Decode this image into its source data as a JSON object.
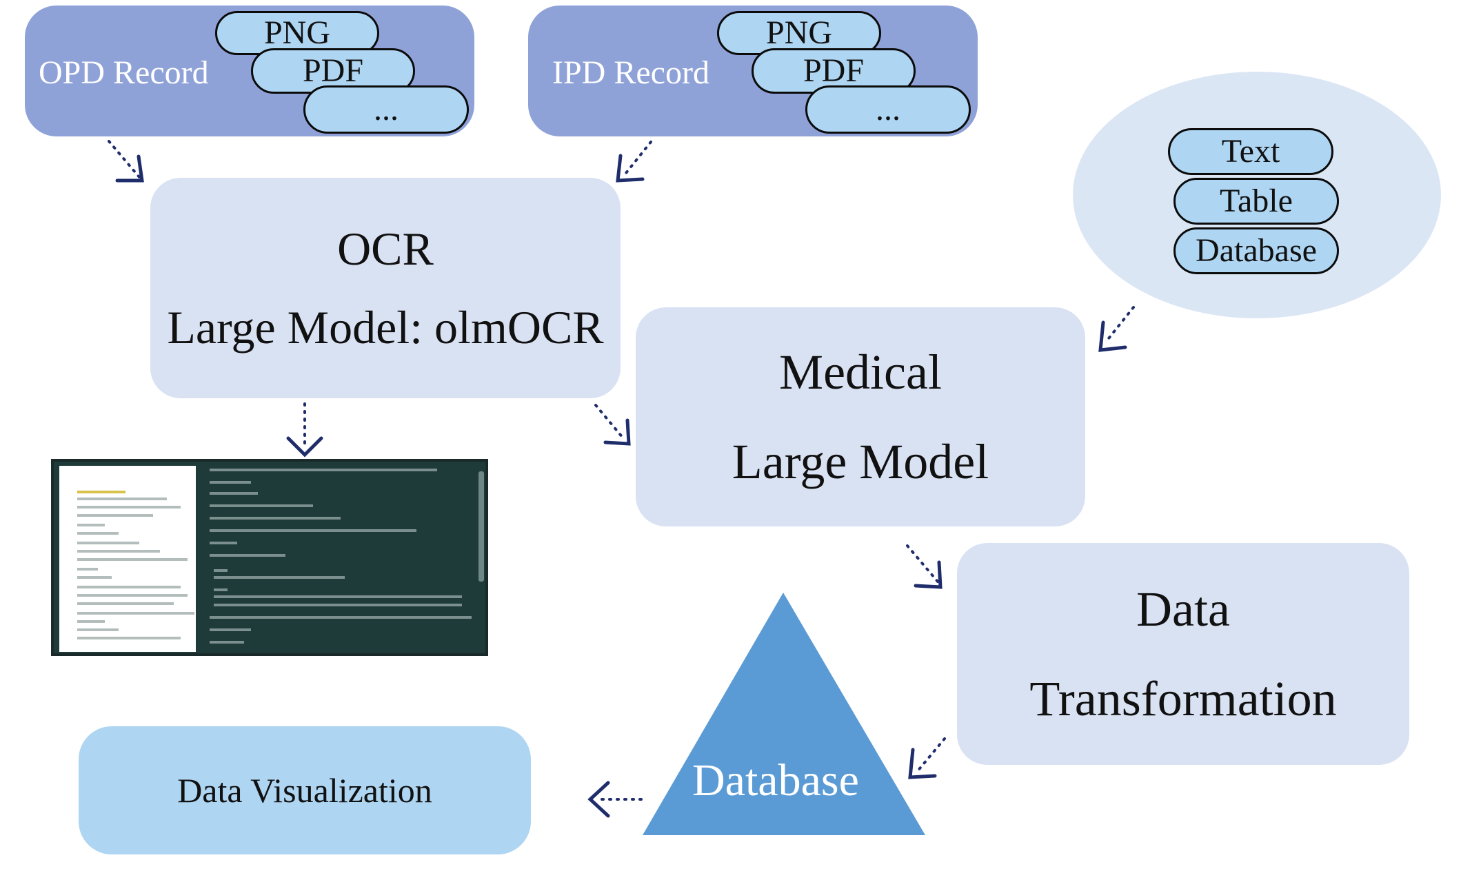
{
  "sources": {
    "opd": {
      "label": "OPD Record",
      "formats": [
        "PNG",
        "PDF",
        "..."
      ]
    },
    "ipd": {
      "label": "IPD Record",
      "formats": [
        "PNG",
        "PDF",
        "..."
      ]
    }
  },
  "ocr": {
    "title": "OCR",
    "subtitle": "Large Model: olmOCR"
  },
  "medical_model": {
    "line1": "Medical",
    "line2": "Large Model"
  },
  "outputs": {
    "items": [
      "Text",
      "Table",
      "Database"
    ]
  },
  "data_transformation": {
    "line1": "Data",
    "line2": "Transformation"
  },
  "database": {
    "label": "Database"
  },
  "data_visualization": {
    "label": "Data Visualization"
  },
  "colors": {
    "source_panel": "#8fa2d8",
    "pill": "#aed5f2",
    "process_box": "#d9e2f3",
    "triangle": "#5b9bd5",
    "arrow": "#1f2d6b",
    "thumbnail_bg": "#1e3b3a"
  }
}
